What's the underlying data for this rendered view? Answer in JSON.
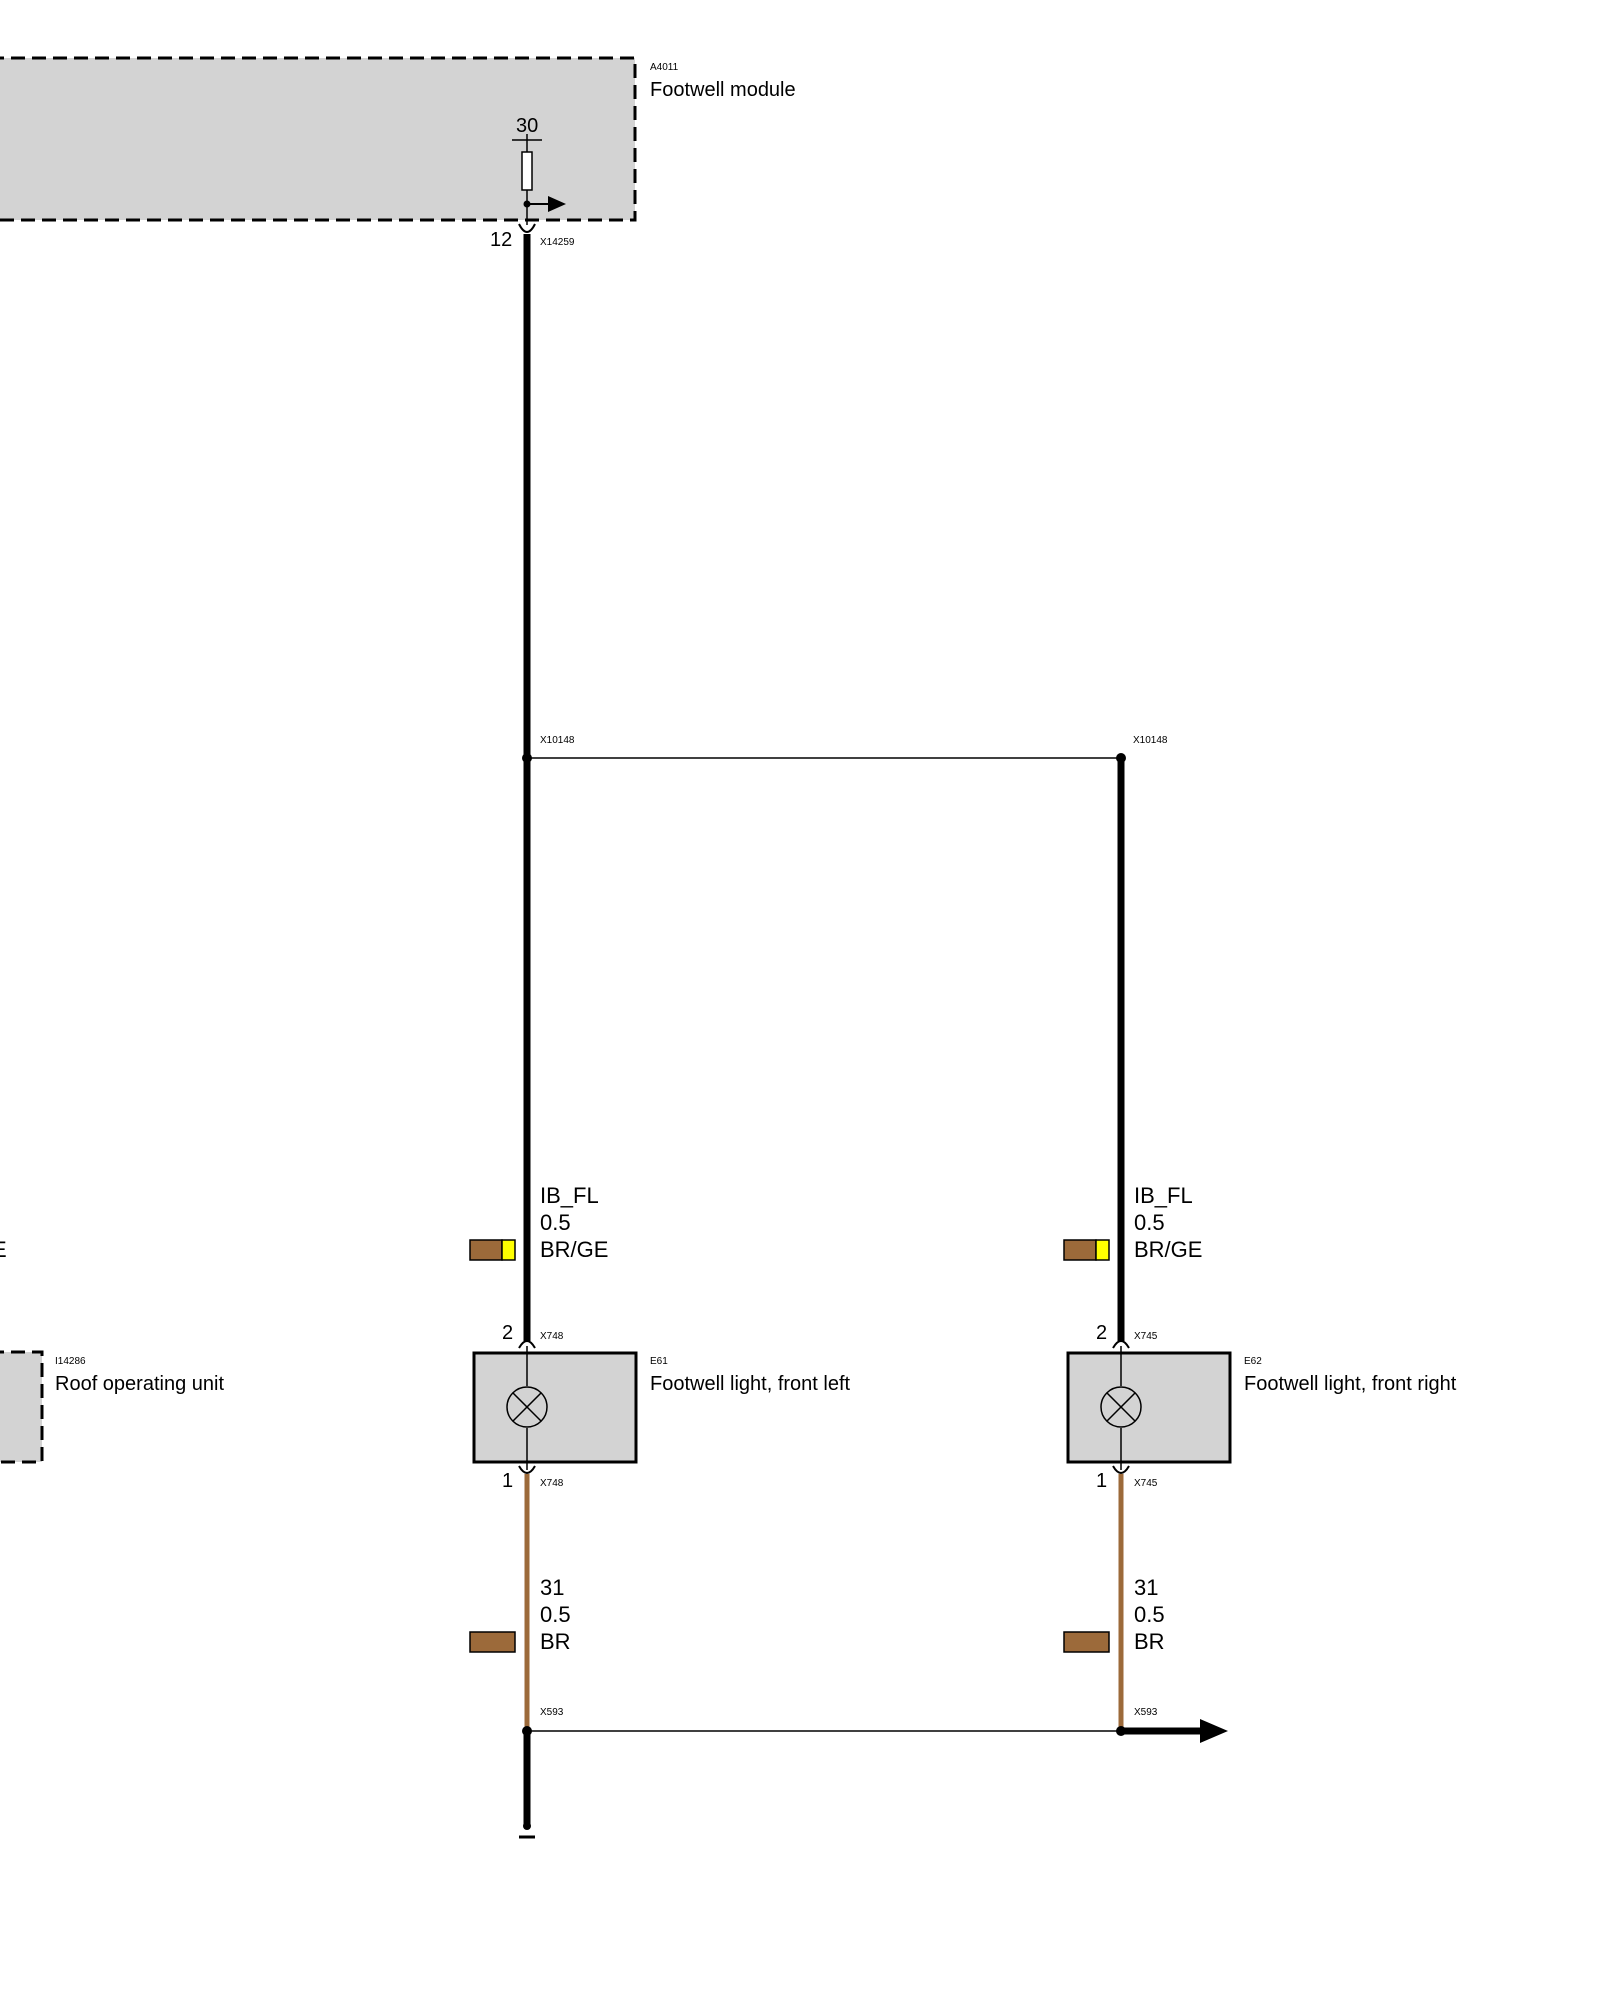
{
  "components": {
    "footwell_module": {
      "id": "A4011",
      "name": "Footwell module",
      "pin_30": "30",
      "pin": "12",
      "connector": "X14259"
    },
    "roof_operating_unit": {
      "id": "I14286",
      "name": "Roof operating unit"
    },
    "footwell_light_left": {
      "id": "E61",
      "name": "Footwell light, front left",
      "pin_top": "2",
      "pin_bottom": "1",
      "connector": "X748"
    },
    "footwell_light_right": {
      "id": "E62",
      "name": "Footwell light, front right",
      "pin_top": "2",
      "pin_bottom": "1",
      "connector": "X745"
    }
  },
  "splices": {
    "upper": "X10148",
    "lower": "X593"
  },
  "wires": {
    "left_upper": {
      "signal": "IB_FL",
      "gauge": "0.5",
      "color": "BR/GE"
    },
    "right_upper": {
      "signal": "IB_FL",
      "gauge": "0.5",
      "color": "BR/GE"
    },
    "left_lower": {
      "signal": "31",
      "gauge": "0.5",
      "color": "BR"
    },
    "right_lower": {
      "signal": "31",
      "gauge": "0.5",
      "color": "BR"
    },
    "cut_off_fragment": "E"
  },
  "colors": {
    "brown": "#9c6a3a",
    "yellow": "#ffff00",
    "component_fill": "#d3d3d3",
    "wire_black": "#000000"
  }
}
